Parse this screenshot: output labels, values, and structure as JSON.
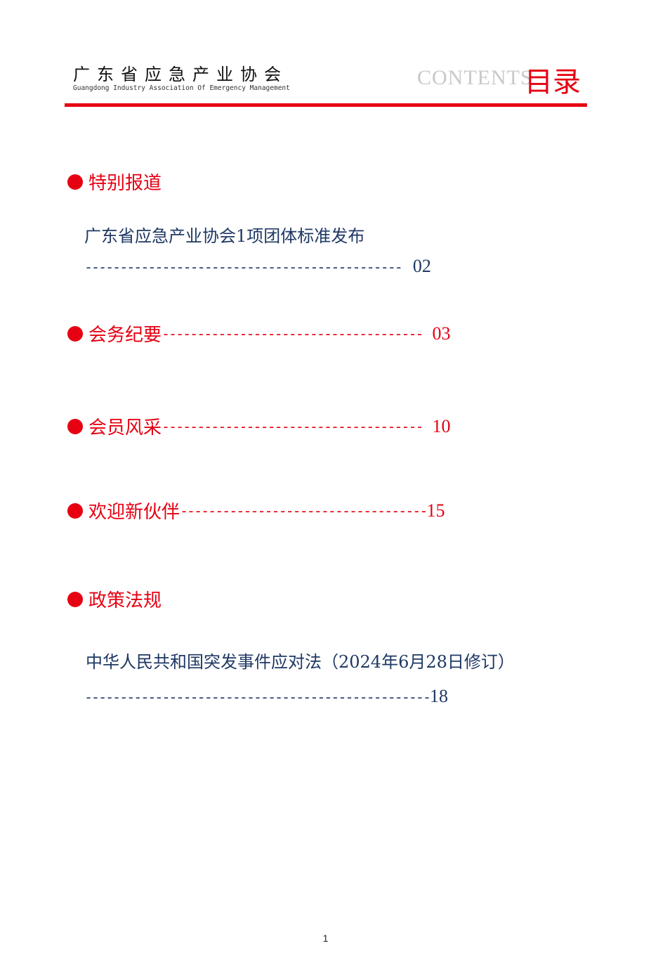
{
  "header": {
    "org_name": "广东省应急产业协会",
    "org_name_en": "Guangdong Industry Association Of Emergency Management",
    "contents_en": "CONTENTS",
    "contents_cn": "目录"
  },
  "toc": [
    {
      "heading": "特别报道",
      "entries": [
        {
          "title": "广东省应急产业协会1项团体标准发布",
          "dashes": "---------------------------------------------",
          "page": "02"
        }
      ]
    },
    {
      "heading": "会务纪要",
      "dashes": "-------------------------------------",
      "page": "03"
    },
    {
      "heading": "会员风采",
      "dashes": "-------------------------------------",
      "page": "10"
    },
    {
      "heading": "欢迎新伙伴",
      "dashes": "-----------------------------------",
      "page": "15"
    },
    {
      "heading": "政策法规",
      "entries": [
        {
          "title": "中华人民共和国突发事件应对法（2024年6月28日修订）",
          "dashes": "-------------------------------------------------",
          "page": "18"
        }
      ]
    }
  ],
  "footer": {
    "page_number": "1"
  },
  "colors": {
    "accent": "#e60012",
    "entry_text": "#1f3864",
    "contents_en": "#c9c9c9"
  }
}
